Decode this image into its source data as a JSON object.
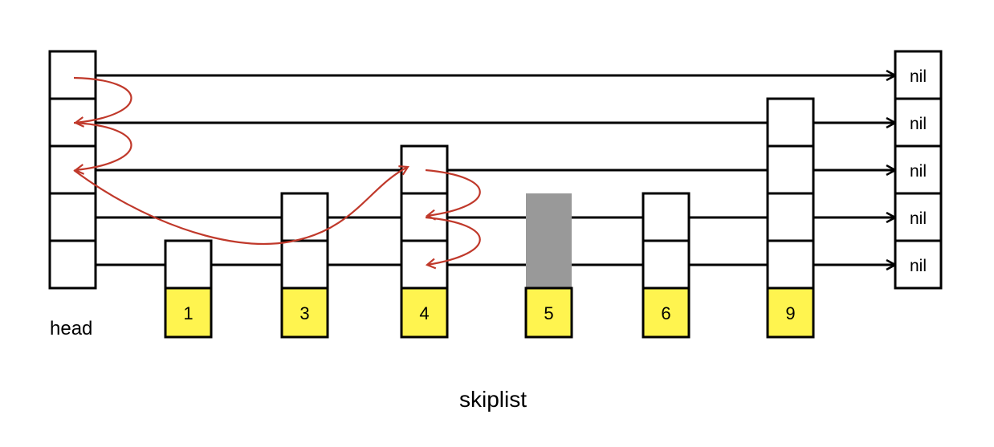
{
  "head_label": "head",
  "title": "skiplist",
  "nil_label": "nil",
  "levels": 5,
  "nodes": [
    {
      "key": "1",
      "height": 1,
      "deleted": false
    },
    {
      "key": "3",
      "height": 2,
      "deleted": false
    },
    {
      "key": "4",
      "height": 3,
      "deleted": false
    },
    {
      "key": "5",
      "height": 2,
      "deleted": true
    },
    {
      "key": "6",
      "height": 2,
      "deleted": false
    },
    {
      "key": "9",
      "height": 4,
      "deleted": false
    }
  ],
  "search_path_color": "#c0392b",
  "key_fill_color": "#fff44f",
  "deleted_node_color": "#999999",
  "pointer_color": "#000000"
}
